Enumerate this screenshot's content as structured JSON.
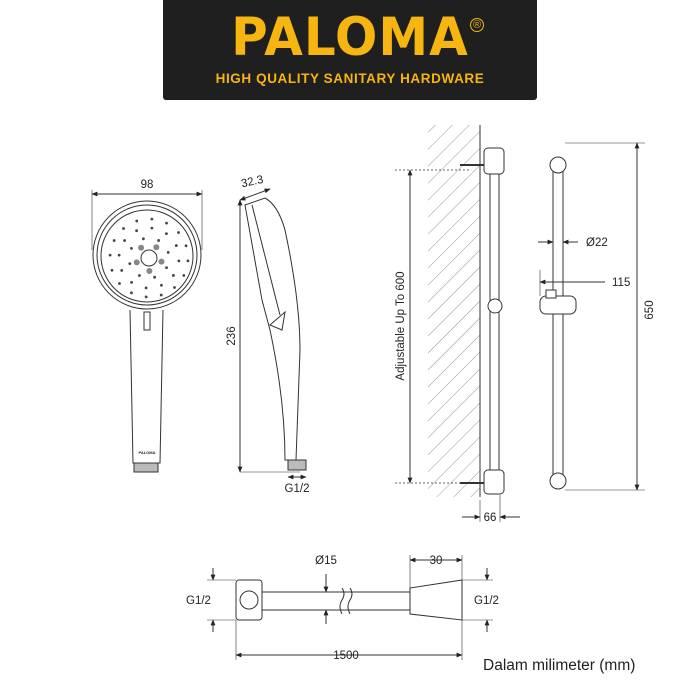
{
  "header": {
    "brand": "PALOMA",
    "registered": "®",
    "tagline": "HIGH QUALITY SANITARY HARDWARE"
  },
  "front_view": {
    "width_label": "98",
    "handle_logo": "PALOMA"
  },
  "side_view": {
    "depth_label": "32.3",
    "height_label": "236",
    "thread_label": "G1/2"
  },
  "rail_mount": {
    "adjustable_label": "Adjustable Up To 600",
    "wall_offset_label": "66"
  },
  "rail_front": {
    "diameter_label": "Ø22",
    "slider_label": "115",
    "height_label": "650"
  },
  "hose": {
    "diameter_label": "Ø15",
    "cone_label": "30",
    "left_thread_label": "G1/2",
    "right_thread_label": "G1/2",
    "length_label": "1500"
  },
  "caption": "Dalam milimeter (mm)"
}
